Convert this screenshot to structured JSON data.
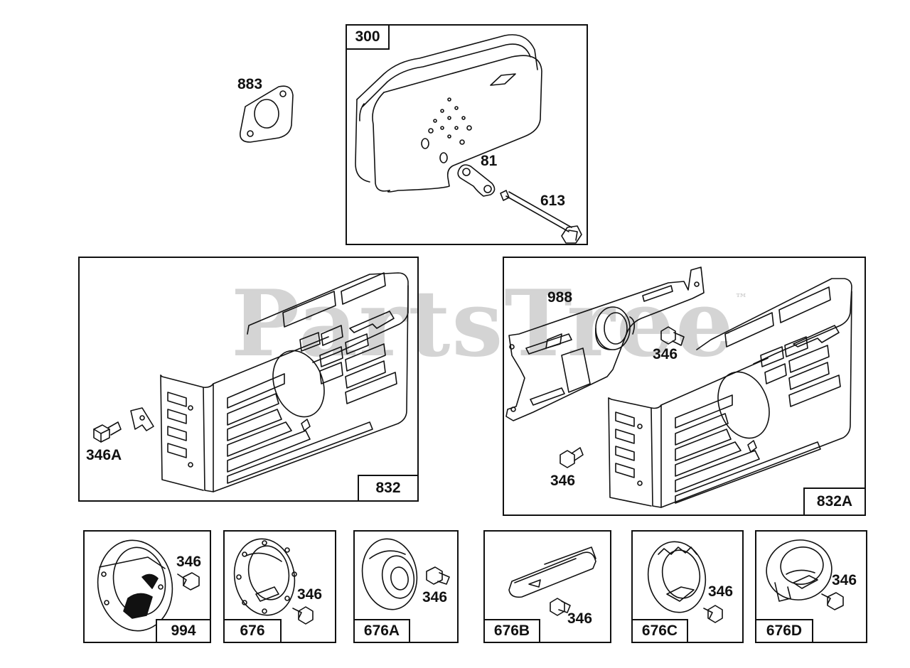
{
  "watermark": {
    "text": "PartsTree",
    "mark": "™"
  },
  "panels": {
    "muffler": {
      "tag": "300"
    },
    "guard_left": {
      "tag": "832"
    },
    "guard_right": {
      "tag": "832A"
    },
    "deflector_994": {
      "tag": "994"
    },
    "deflector_676": {
      "tag": "676"
    },
    "deflector_676a": {
      "tag": "676A"
    },
    "deflector_676b": {
      "tag": "676B"
    },
    "deflector_676c": {
      "tag": "676C"
    },
    "deflector_676d": {
      "tag": "676D"
    }
  },
  "callouts": {
    "gasket": "883",
    "lock_washer": "81",
    "stud": "613",
    "adapter": "988",
    "screw_right_top": "346",
    "screw_right_bottom": "346",
    "screw_left": "346A",
    "screw_994": "346",
    "screw_676": "346",
    "screw_676a": "346",
    "screw_676b": "346",
    "screw_676c": "346",
    "screw_676d": "346"
  }
}
